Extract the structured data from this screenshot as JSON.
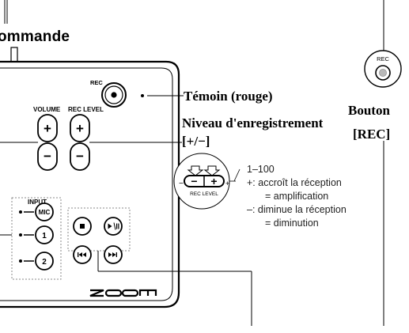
{
  "title": "ommande",
  "remote": {
    "rec_label": "REC",
    "volume_label": "VOLUME",
    "rec_level_label": "REC LEVEL",
    "input_label": "INPUT",
    "mic_label": "MIC",
    "input1_label": "1",
    "input2_label": "2",
    "plus_symbol": "+",
    "minus_symbol": "−",
    "stop_symbol": "■",
    "play_pause_symbol": "►/II",
    "rewind_symbol": "I◄◄",
    "ff_symbol": "►►I",
    "brand": "ZOOM"
  },
  "rec_button_icon_label": "REC",
  "callouts": {
    "temoin": "Témoin (rouge)",
    "bouton": "Bouton",
    "bouton_rec": "[REC]",
    "niveau": "Niveau d'enregistrement",
    "niveau_pm": "[+/−]"
  },
  "rec_level_detail": {
    "slider_label": "REC LEVEL",
    "range": "1–100",
    "plus_line": "+: accroît la réception",
    "plus_result": "= amplification",
    "minus_line": "–: diminue la réception",
    "minus_result": "= diminution"
  }
}
